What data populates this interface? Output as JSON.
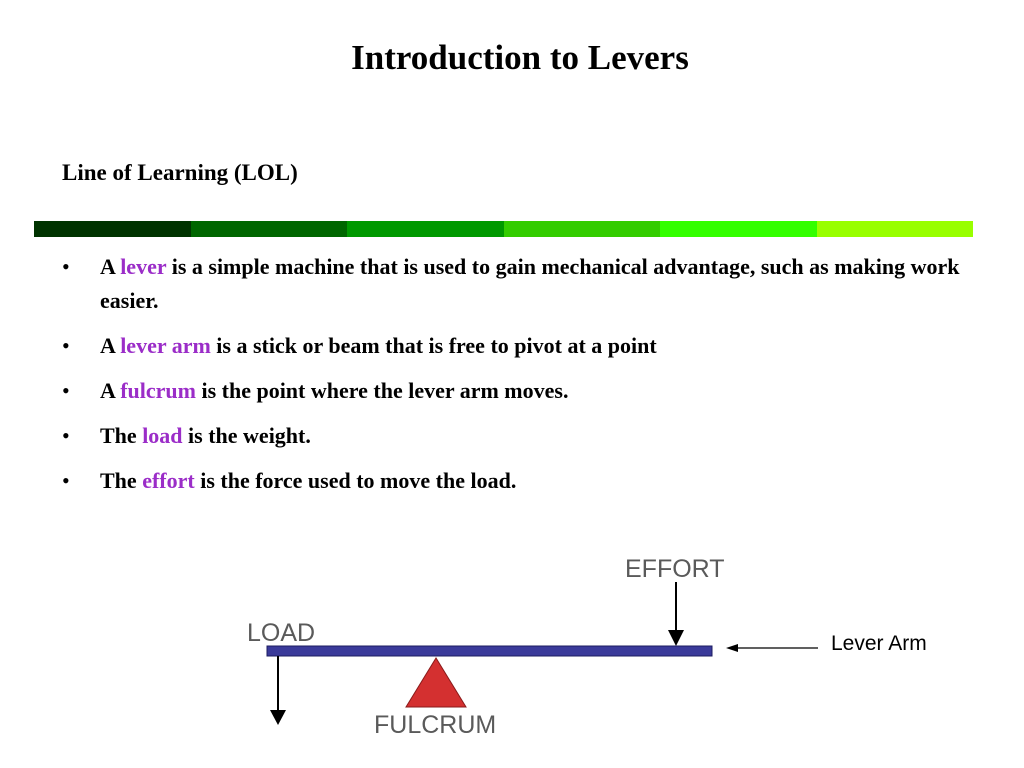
{
  "title": "Introduction to Levers",
  "subtitle": "Line of Learning (LOL)",
  "stripe_colors": [
    "#003300",
    "#006600",
    "#009900",
    "#33cc00",
    "#33ff00",
    "#99ff00"
  ],
  "term_color": "#9b2dc8",
  "bullets": [
    {
      "before": "A ",
      "term": "lever",
      "after": " is a simple machine that is used to gain mechanical advantage, such as making work easier."
    },
    {
      "before": "A ",
      "term": "lever arm",
      "after": " is a stick or beam that is free to pivot at a point"
    },
    {
      "before": "A ",
      "term": "fulcrum",
      "after": " is the point where the lever arm moves."
    },
    {
      "before": "The ",
      "term": "load",
      "after": " is the weight."
    },
    {
      "before": "The ",
      "term": "effort",
      "after": " is the force used to move the load."
    }
  ],
  "diagram": {
    "effort_label": "EFFORT",
    "load_label": "LOAD",
    "fulcrum_label": "FULCRUM",
    "lever_arm_label": "Lever Arm",
    "beam_color": "#3a3a9a",
    "fulcrum_color": "#d43030"
  }
}
